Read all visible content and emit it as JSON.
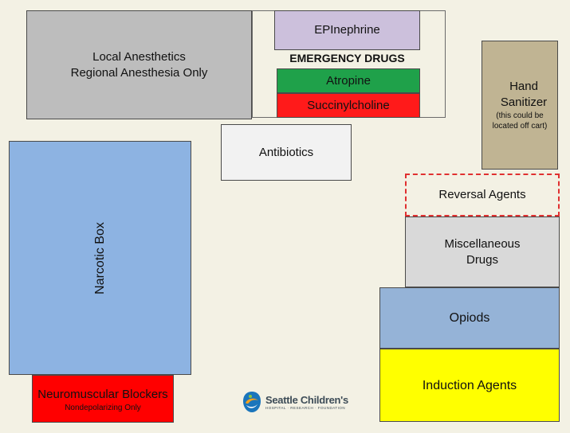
{
  "areas": {
    "local_anesthetics": "Local Anesthetics\nRegional Anesthesia Only",
    "epinephrine": "EPInephrine",
    "emergency_drugs_label": "EMERGENCY DRUGS",
    "atropine": "Atropine",
    "succinylcholine": "Succinylcholine",
    "antibiotics": "Antibiotics",
    "hand_sanitizer": "Hand\nSanitizer",
    "hand_sanitizer_note": "(this could be\nlocated off cart)",
    "narcotic_box": "Narcotic Box",
    "neuromuscular_blockers": "Neuromuscular Blockers",
    "neuromuscular_note": "Nondepolarizing Only",
    "reversal_agents": "Reversal Agents",
    "miscellaneous_drugs": "Miscellaneous\nDrugs",
    "opiods": "Opiods",
    "induction_agents": "Induction Agents"
  },
  "logo": {
    "name": "Seattle Children's",
    "tagline": "HOSPITAL · RESEARCH · FOUNDATION"
  },
  "colors": {
    "background": "#f3f1e4",
    "local_anesthetics": "#bdbdbd",
    "epinephrine": "#ccc0dc",
    "atropine": "#1fa14a",
    "succinylcholine": "#ff1a1a",
    "antibiotics": "#f2f2f2",
    "hand_sanitizer": "#c0b493",
    "narcotic_box": "#8db3e2",
    "neuromuscular_blockers": "#ff0000",
    "reversal_agents_border": "#e03030",
    "miscellaneous_drugs": "#d9d9d9",
    "opiods": "#95b3d7",
    "induction_agents": "#ffff00"
  }
}
